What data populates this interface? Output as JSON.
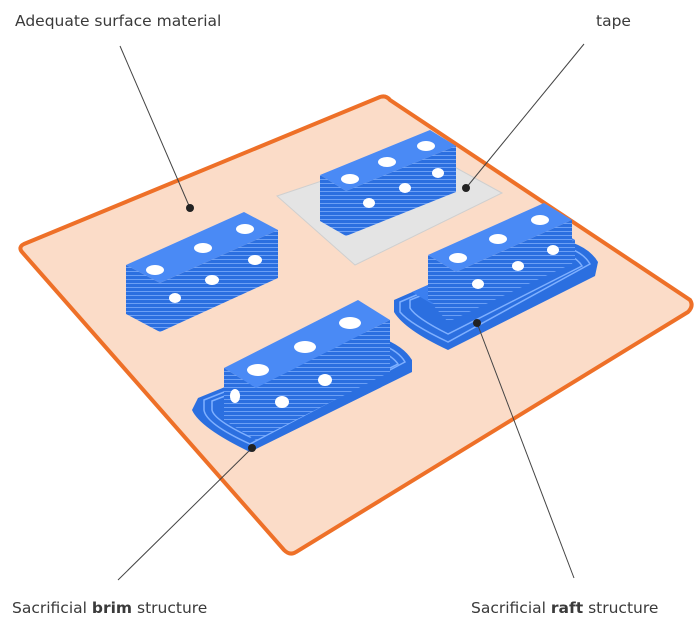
{
  "labels": {
    "surface": "Adequate surface material",
    "tape": "tape",
    "brim_prefix": "Sacrificial ",
    "brim_bold": "brim",
    "brim_suffix": " structure",
    "raft_prefix": "Sacrificial ",
    "raft_bold": "raft",
    "raft_suffix": " structure"
  },
  "colors": {
    "plate_fill": "#fbdcc8",
    "plate_edge": "#ee7028",
    "part_blue": "#2b6fe0",
    "part_top": "#3b7ff0",
    "part_dark": "#1f56c0",
    "tape": "#e4e4e4",
    "leader": "#444444"
  }
}
